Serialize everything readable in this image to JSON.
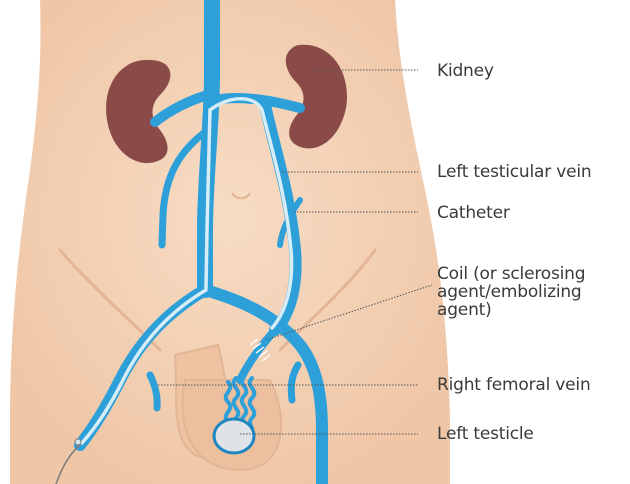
{
  "labels": {
    "kidney": "Kidney",
    "left_testicular_vein": "Left testicular vein",
    "catheter": "Catheter",
    "coil_line1": "Coil (or sclerosing",
    "coil_line2": "agent/embolizing",
    "coil_line3": "agent)",
    "right_femoral_vein": "Right femoral vein",
    "left_testicle": "Left testicle"
  },
  "colors": {
    "skin": "#f2cdb0",
    "skin_shadow": "#e2b594",
    "vein": "#2d9fd9",
    "vein_dark": "#1c86c0",
    "catheter": "#cfe6f3",
    "kidney": "#8a4b48",
    "kidney_light": "#a0605c",
    "testicle": "#dfe3e7",
    "leader": "#555555",
    "text": "#3a3a3a"
  }
}
